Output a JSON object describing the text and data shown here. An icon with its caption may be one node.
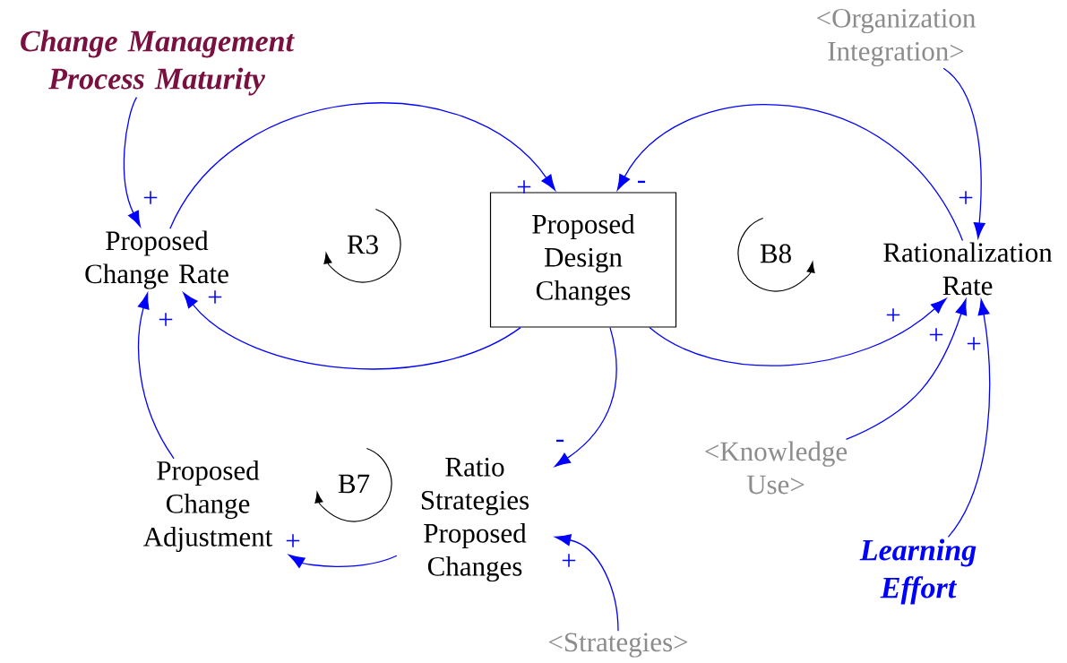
{
  "diagram": {
    "nodes": [
      {
        "text": [
          "Change Management Process Maturity"
        ]
      },
      {
        "text": [
          "<Organization Integration>"
        ]
      },
      {
        "text": [
          "Proposed Change Rate"
        ]
      },
      {
        "text": [
          "Proposed Design Changes"
        ]
      },
      {
        "text": [
          "Rationalization Rate"
        ]
      },
      {
        "text": [
          "Proposed Change Adjustment"
        ]
      },
      {
        "text": [
          "Ratio Strategies Proposed Changes"
        ]
      },
      {
        "text": [
          "<Knowledge Use>"
        ]
      },
      {
        "text": [
          "Learning Effort"
        ]
      },
      {
        "text": [
          "<Strategies>"
        ]
      }
    ],
    "edges": [
      {
        "from": 0,
        "to": 2,
        "arrow": "to",
        "label": "+"
      },
      {
        "from": 2,
        "to": 3,
        "arrow": "to",
        "label": "+"
      },
      {
        "from": 4,
        "to": 3,
        "arrow": "to",
        "label": "-"
      },
      {
        "from": 1,
        "to": 4,
        "arrow": "to",
        "label": "+"
      },
      {
        "from": 3,
        "to": 2,
        "arrow": "to",
        "label": "+"
      },
      {
        "from": 3,
        "to": 4,
        "arrow": "to",
        "label": "+"
      },
      {
        "from": 3,
        "to": 6,
        "arrow": "to",
        "label": "-"
      },
      {
        "from": 7,
        "to": 4,
        "arrow": "to",
        "label": "+"
      },
      {
        "from": 8,
        "to": 4,
        "arrow": "to",
        "label": "+"
      },
      {
        "from": 6,
        "to": 5,
        "arrow": "to",
        "label": "+"
      },
      {
        "from": 5,
        "to": 2,
        "arrow": "to",
        "label": "+"
      },
      {
        "from": 9,
        "to": 6,
        "arrow": "to",
        "label": "+"
      }
    ],
    "labels": [
      "R3",
      "B8",
      "B7"
    ]
  }
}
